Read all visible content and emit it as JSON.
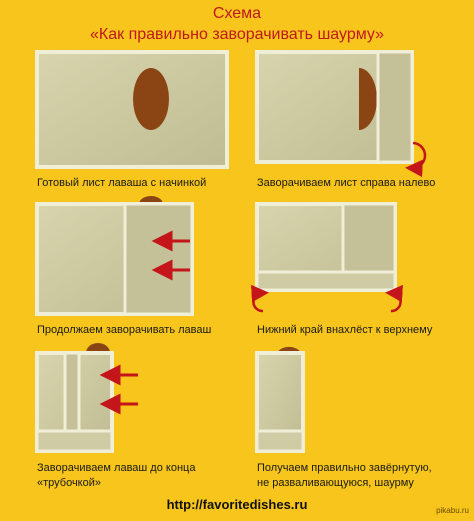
{
  "title": {
    "line1": "Схема",
    "line2": "«Как правильно заворачивать шаурму»"
  },
  "steps": [
    {
      "caption": "Готовый лист лаваша с начинкой"
    },
    {
      "caption": "Заворачиваем лист справа налево"
    },
    {
      "caption": "Продолжаем заворачивать лаваш"
    },
    {
      "caption": "Нижний край внахлёст к верхнему"
    },
    {
      "caption_line1": "Заворачиваем лаваш до конца",
      "caption_line2": "«трубочкой»"
    },
    {
      "caption_line1": "Получаем правильно завёрнутую,",
      "caption_line2": "не разваливающуюся, шаурму"
    }
  ],
  "footer": {
    "url": "http://favoritedishes.ru"
  },
  "watermark": "pikabu.ru",
  "colors": {
    "background": "#f7c51b",
    "title": "#c0191d",
    "lavash": "#c9c59d",
    "filling": "#8b4514",
    "arrow": "#c3151a"
  }
}
